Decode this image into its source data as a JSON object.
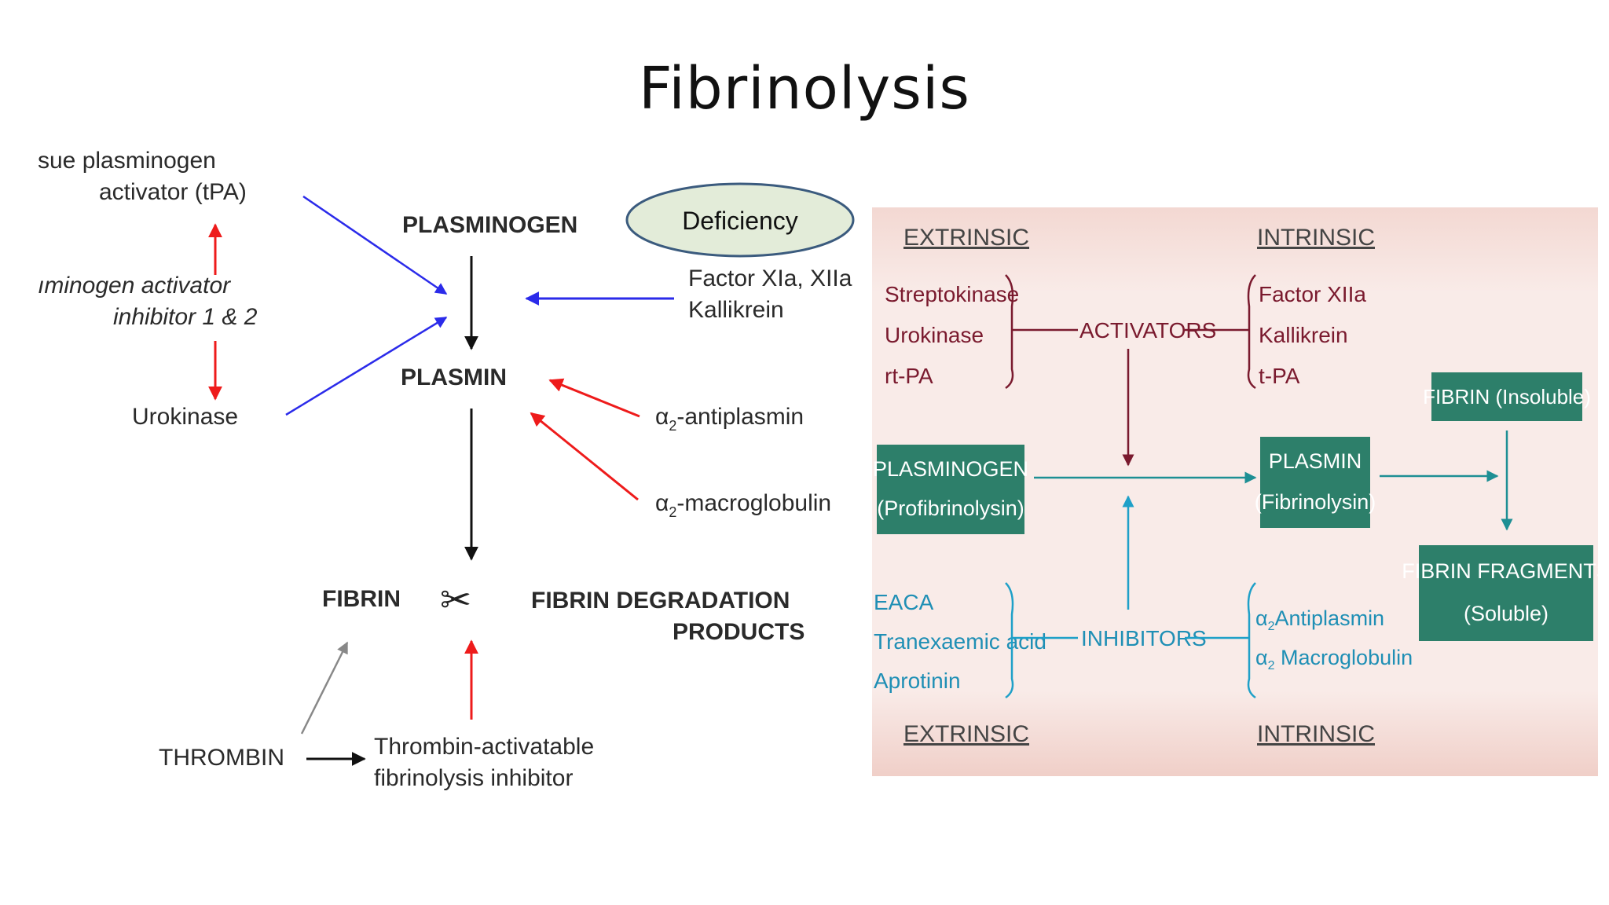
{
  "title": "Fibrinolysis",
  "colors": {
    "blue_arrow": "#2b2bea",
    "red_arrow": "#ee1b1b",
    "maroon": "#7a1a2e",
    "teal_box": "#2d7f6a",
    "teal_line": "#1d8f94",
    "cyan_text": "#1f8fb5",
    "panel_bg": "#f6e3df",
    "ellipse_fill": "#e3ecd9",
    "ellipse_stroke": "#3b5b7e"
  },
  "left": {
    "tpa_line1": "sue plasminogen",
    "tpa_line2": "activator (tPA)",
    "inhibitor_line1": "ıminogen activator",
    "inhibitor_line2": "inhibitor 1 & 2",
    "urokinase": "Urokinase",
    "plasminogen": "PLASMINOGEN",
    "deficiency": "Deficiency",
    "factor_line1": "Factor XIa, XIIa",
    "factor_line2": "Kallikrein",
    "plasmin": "PLASMIN",
    "alpha1": "α",
    "alpha1_sub": "2",
    "alpha1_rest": "-antiplasmin",
    "alpha2": "α",
    "alpha2_sub": "2",
    "alpha2_rest": "-macroglobulin",
    "fibrin": "FIBRIN",
    "scissors": "✂",
    "fdp_line1": "FIBRIN DEGRADATION",
    "fdp_line2": "PRODUCTS",
    "thrombin": "THROMBIN",
    "tafi_line1": "Thrombin-activatable",
    "tafi_line2": "fibrinolysis inhibitor"
  },
  "right": {
    "extrinsic_top": "EXTRINSIC",
    "intrinsic_top": "INTRINSIC",
    "ext_act_1": "Streptokinase",
    "ext_act_2": "Urokinase",
    "ext_act_3": "rt-PA",
    "activators": "ACTIVATORS",
    "int_act_1": "Factor XIIa",
    "int_act_2": "Kallikrein",
    "int_act_3": "t-PA",
    "fibrin_insoluble": "FIBRIN (Insoluble)",
    "plasminogen_1": "PLASMINOGEN",
    "plasminogen_2": "(Profibrinolysin)",
    "plasmin_1": "PLASMIN",
    "plasmin_2": "(Fibrinolysin)",
    "fragments_1": "FIBRIN FRAGMENTS",
    "fragments_2": "(Soluble)",
    "ext_inh_1": "EACA",
    "ext_inh_2": "Tranexaemic acid",
    "ext_inh_3": "Aprotinin",
    "inhibitors": "INHIBITORS",
    "int_inh_1": "α",
    "int_inh_1_sub": "2",
    "int_inh_1_rest": "Antiplasmin",
    "int_inh_2": "α",
    "int_inh_2_sub": "2",
    "int_inh_2_rest": " Macroglobulin",
    "extrinsic_bottom": "EXTRINSIC",
    "intrinsic_bottom": "INTRINSIC"
  }
}
